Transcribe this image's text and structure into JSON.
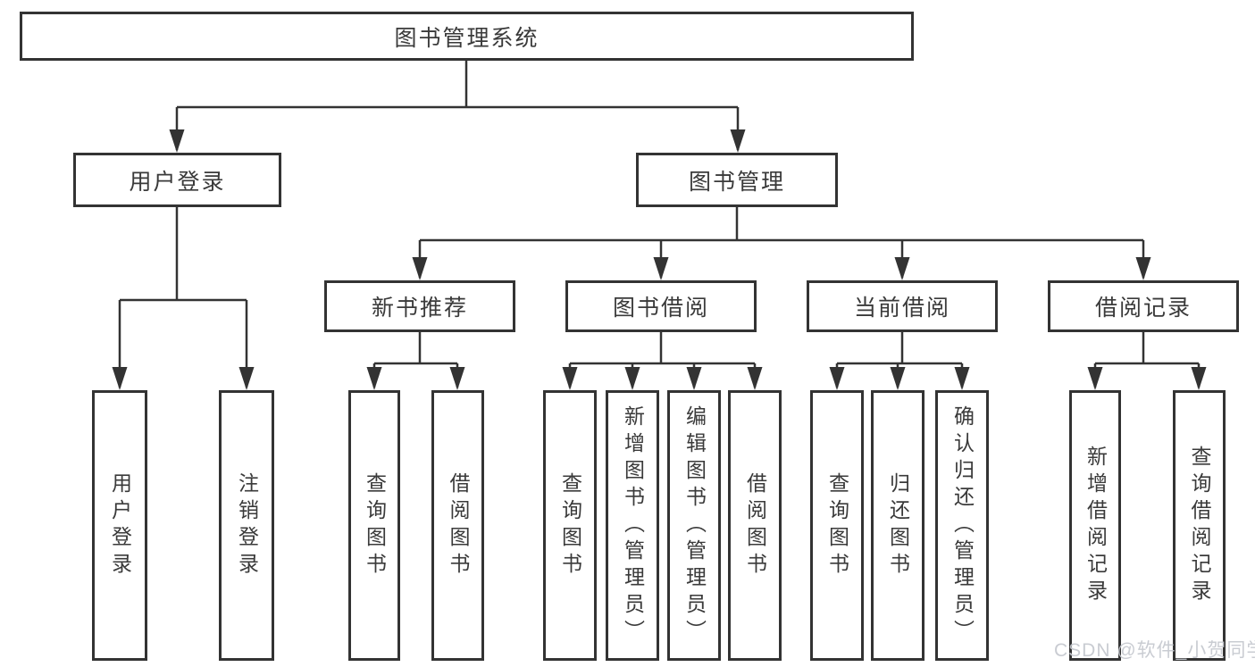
{
  "nodes": {
    "root": {
      "label": "图书管理系统"
    },
    "level2": [
      {
        "label": "用户登录"
      },
      {
        "label": "图书管理"
      }
    ],
    "level3": [
      {
        "label": "新书推荐"
      },
      {
        "label": "图书借阅"
      },
      {
        "label": "当前借阅"
      },
      {
        "label": "借阅记录"
      }
    ],
    "leaves": [
      {
        "label": "用户登录"
      },
      {
        "label": "注销登录"
      },
      {
        "label": "查询图书"
      },
      {
        "label": "借阅图书"
      },
      {
        "label": "查询图书"
      },
      {
        "label": "新增图书（管理员）"
      },
      {
        "label": "编辑图书（管理员）"
      },
      {
        "label": "借阅图书"
      },
      {
        "label": "查询图书"
      },
      {
        "label": "归还图书"
      },
      {
        "label": "确认归还（管理员）"
      },
      {
        "label": "新增借阅记录"
      },
      {
        "label": "查询借阅记录"
      }
    ]
  },
  "watermark": {
    "text": "CSDN @软件_小贺同学"
  },
  "colors": {
    "line": "#333333",
    "text": "#3a3a3a",
    "background": "#ffffff",
    "watermark": "#c4c8ce"
  }
}
